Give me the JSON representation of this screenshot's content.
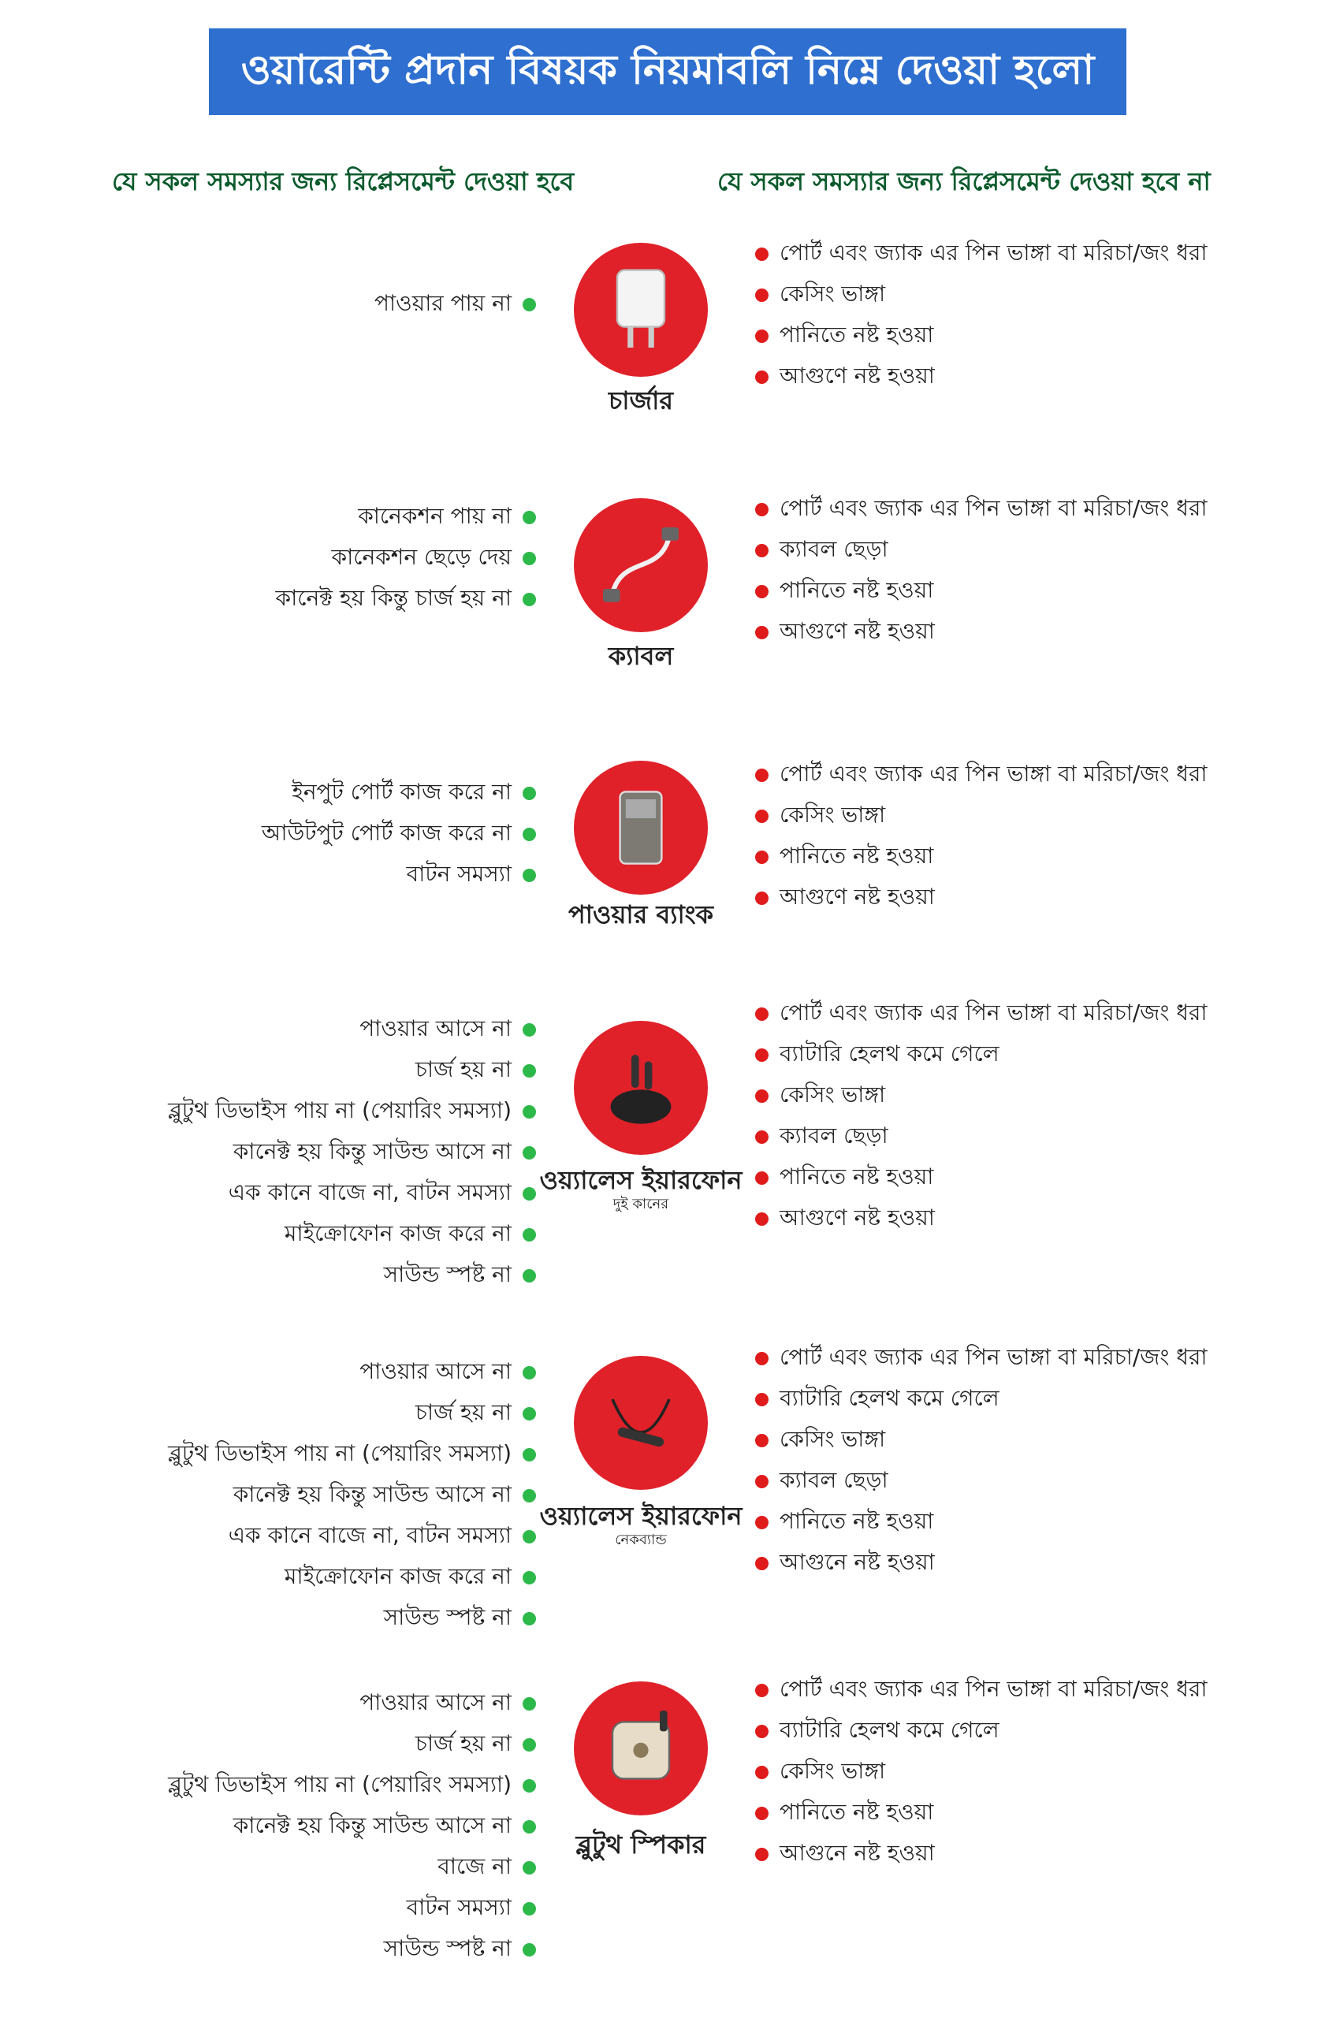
{
  "title": "ওয়ারেন্টি প্রদান বিষয়ক নিয়মাবলি নিম্নে দেওয়া হলো",
  "headers": {
    "left": "যে সকল সমস্যার জন্য রিপ্লেসমেন্ট দেওয়া হবে",
    "right": "যে সকল সমস্যার জন্য রিপ্লেসমেন্ট দেওয়া হবে না"
  },
  "colors": {
    "banner": "#2e6fd0",
    "accent_red": "#e02129",
    "bullet_green": "#2db84a",
    "bullet_red": "#e01b1b",
    "header_green": "#0b5a2c"
  },
  "sections": [
    {
      "name": "চার্জার",
      "icon": "charger-icon",
      "replace": [
        "পাওয়ার পায় না"
      ],
      "no_replace": [
        "পোর্ট এবং জ্যাক এর পিন ভাঙ্গা বা মরিচা/জং ধরা",
        "কেসিং ভাঙ্গা",
        "পানিতে নষ্ট হওয়া",
        "আগুণে নষ্ট হওয়া"
      ]
    },
    {
      "name": "ক্যাবল",
      "icon": "cable-icon",
      "replace": [
        "কানেকশন পায় না",
        "কানেকশন ছেড়ে দেয়",
        "কানেক্ট হয় কিন্তু চার্জ হয় না"
      ],
      "no_replace": [
        "পোর্ট এবং জ্যাক এর পিন ভাঙ্গা বা মরিচা/জং ধরা",
        "ক্যাবল ছেড়া",
        "পানিতে নষ্ট হওয়া",
        "আগুণে নষ্ট হওয়া"
      ]
    },
    {
      "name": "পাওয়ার ব্যাংক",
      "icon": "power-bank-icon",
      "replace": [
        "ইনপুট পোর্ট কাজ করে না",
        "আউটপুট পোর্ট কাজ করে না",
        "বাটন সমস্যা"
      ],
      "no_replace": [
        "পোর্ট এবং জ্যাক এর পিন ভাঙ্গা বা মরিচা/জং ধরা",
        "কেসিং ভাঙ্গা",
        "পানিতে নষ্ট হওয়া",
        "আগুণে নষ্ট হওয়া"
      ]
    },
    {
      "name": "ওয়্যালেস ইয়ারফোন",
      "sub": "দুই কানের",
      "icon": "earbuds-icon",
      "replace": [
        "পাওয়ার আসে না",
        "চার্জ হয় না",
        "ব্লুটুথ ডিভাইস পায় না (পেয়ারিং সমস্যা)",
        "কানেক্ট হয় কিন্তু সাউন্ড আসে না",
        "এক কানে বাজে না, বাটন সমস্যা",
        "মাইক্রোফোন কাজ করে না",
        "সাউন্ড স্পষ্ট না"
      ],
      "no_replace": [
        "পোর্ট এবং জ্যাক এর পিন ভাঙ্গা বা মরিচা/জং ধরা",
        "ব্যাটারি হেলথ কমে গেলে",
        "কেসিং ভাঙ্গা",
        "ক্যাবল ছেড়া",
        "পানিতে নষ্ট হওয়া",
        "আগুণে নষ্ট হওয়া"
      ]
    },
    {
      "name": "ওয়্যালেস ইয়ারফোন",
      "sub": "নেকব্যান্ড",
      "icon": "neckband-icon",
      "replace": [
        "পাওয়ার আসে না",
        "চার্জ হয় না",
        "ব্লুটুথ ডিভাইস পায় না (পেয়ারিং সমস্যা)",
        "কানেক্ট হয় কিন্তু সাউন্ড আসে না",
        "এক কানে বাজে না, বাটন সমস্যা",
        "মাইক্রোফোন কাজ করে না",
        "সাউন্ড স্পষ্ট না"
      ],
      "no_replace": [
        "পোর্ট এবং জ্যাক এর পিন ভাঙ্গা বা মরিচা/জং ধরা",
        "ব্যাটারি হেলথ কমে গেলে",
        "কেসিং ভাঙ্গা",
        "ক্যাবল ছেড়া",
        "পানিতে নষ্ট হওয়া",
        "আগুনে নষ্ট হওয়া"
      ]
    },
    {
      "name": "ব্লুটুথ স্পিকার",
      "icon": "speaker-icon",
      "replace": [
        "পাওয়ার আসে না",
        "চার্জ হয় না",
        "ব্লুটুথ ডিভাইস পায় না (পেয়ারিং সমস্যা)",
        "কানেক্ট হয় কিন্তু সাউন্ড আসে না",
        "বাজে না",
        "বাটন সমস্যা",
        "সাউন্ড স্পষ্ট না"
      ],
      "no_replace": [
        "পোর্ট এবং জ্যাক এর পিন ভাঙ্গা বা মরিচা/জং ধরা",
        "ব্যাটারি হেলথ কমে গেলে",
        "কেসিং ভাঙ্গা",
        "পানিতে নষ্ট হওয়া",
        "আগুনে নষ্ট হওয়া"
      ]
    }
  ]
}
